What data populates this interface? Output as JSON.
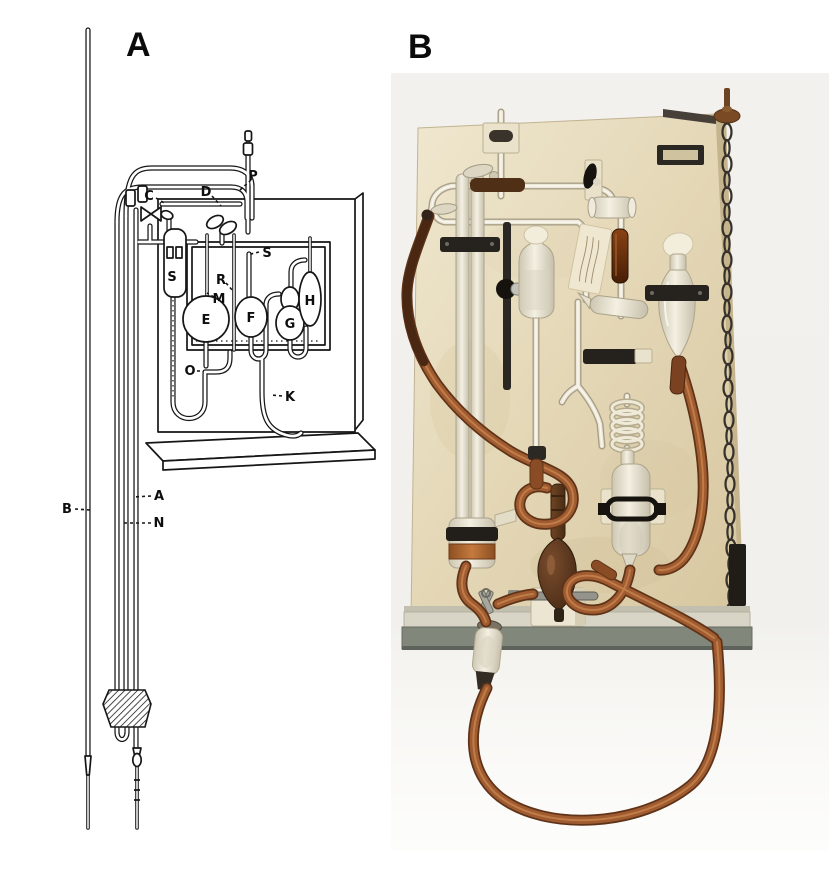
{
  "figure": {
    "panel_a": {
      "label": "A",
      "parts": {
        "P": "P",
        "D": "D",
        "C": "C",
        "S_left": "S",
        "S_right": "S",
        "R": "R",
        "M": "M",
        "E": "E",
        "F": "F",
        "G": "G",
        "H": "H",
        "O": "O",
        "K": "K",
        "B": "B",
        "A": "A",
        "N": "N"
      }
    },
    "panel_b": {
      "label": "B"
    }
  },
  "colors": {
    "ink": "#161616",
    "photo_backdrop": "#f2f1ee",
    "board": "#e3d6b4",
    "board_light": "#efe6cd",
    "shelf_front": "#81877a",
    "shelf_top": "#d8d5c6",
    "rubber": "#a05c30",
    "rubber_dark": "#4a2712",
    "glass": "#ece7d8",
    "glass_edge": "#a89f87",
    "metal_black": "#24201c",
    "chain": "#35312b",
    "stopper_white": "#f2ecd9",
    "amber": "#5e2c10",
    "copper_band": "#b06a32",
    "paper_label": "#efe6cf"
  }
}
